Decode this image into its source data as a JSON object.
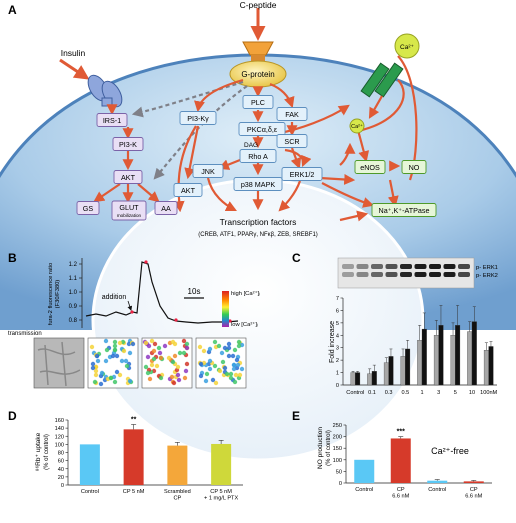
{
  "panels": {
    "a": "A",
    "b": "B",
    "c": "C",
    "d": "D",
    "e": "E"
  },
  "pathway": {
    "cpeptide": "C-peptide",
    "insulin": "Insulin",
    "gprotein": "G-protein",
    "ca_ext": "Ca²⁺",
    "ca_int": "Ca²⁺",
    "nodes": {
      "irs1": "IRS-1",
      "pi3k": "PI3-K",
      "akt": "AKT",
      "gs": "GS",
      "glut": "GLUT",
      "glut_sub": "mobilization",
      "aa": "AA",
      "pi3ky": "PI3-Kγ",
      "akt2": "AKT",
      "plc": "PLC",
      "dag": "DAG",
      "pkc": "PKCα,δ,ε",
      "rhoa": "Rho A",
      "jnk": "JNK",
      "p38": "p38 MAPK",
      "erk": "ERK1/2",
      "fak": "FAK",
      "scr": "SCR",
      "enos": "eNOS",
      "no": "NO",
      "nak": "Na⁺,K⁺-ATPase"
    },
    "tf_title": "Transcription factors",
    "tf_list": "(CREB, ATF1, PPARγ, NFκβ, ZEB, SREBF1)"
  },
  "panel_b": {
    "ylabel_1": "fura-2 fluorescence ratio",
    "ylabel_2": "(F30/F380)",
    "yticks": [
      "1.2",
      "1.1",
      "1.0",
      "0.9",
      "0.8"
    ],
    "annotation": "addition",
    "scale": "10s",
    "legend_high": "high [Ca²⁺]ᵢ",
    "legend_low": "low [Ca²⁺]ᵢ",
    "transmission": "transmission"
  },
  "panel_c": {
    "blot_labels": [
      "p- ERK1",
      "p- ERK2"
    ],
    "chart_data": {
      "type": "bar",
      "ylabel": "Fold increase",
      "ylim": [
        0,
        7
      ],
      "yticks": [
        "0",
        "1",
        "2",
        "3",
        "4",
        "5",
        "6",
        "7"
      ],
      "categories": [
        "Control",
        "0.1",
        "0.3",
        "0.5",
        "1",
        "3",
        "5",
        "10",
        "100nM"
      ],
      "series": [
        {
          "color": "#a7a7a7",
          "values": [
            1.0,
            0.9,
            1.8,
            2.3,
            3.6,
            4.0,
            4.0,
            4.3,
            2.8
          ],
          "errors": [
            0.1,
            0.4,
            0.4,
            0.6,
            1.2,
            1.2,
            1.0,
            0.8,
            0.6
          ]
        },
        {
          "color": "#111111",
          "values": [
            1.0,
            1.1,
            2.3,
            2.9,
            4.5,
            4.8,
            4.8,
            5.1,
            3.1
          ],
          "errors": [
            0.1,
            0.5,
            0.6,
            0.7,
            1.3,
            1.6,
            1.6,
            1.2,
            0.4
          ]
        }
      ]
    }
  },
  "panel_d": {
    "ylabel_1": "⁸⁶Rb⁺ uptake",
    "ylabel_2": "(% of control)",
    "chart_data": {
      "type": "bar",
      "ylim": [
        0,
        160
      ],
      "yticks": [
        "0",
        "20",
        "40",
        "60",
        "80",
        "100",
        "120",
        "140",
        "160"
      ],
      "categories": [
        "Control",
        "CP 5 nM",
        "Scrambled CP",
        "CP 5 nM + 1 mg/L PTX"
      ],
      "category_lines": [
        [
          "Control"
        ],
        [
          "CP 5 nM"
        ],
        [
          "Scrambled",
          "CP"
        ],
        [
          "CP 5 nM",
          "+ 1 mg/L PTX"
        ]
      ],
      "values": [
        100,
        137,
        97,
        101
      ],
      "errors": [
        0,
        12,
        8,
        9
      ],
      "colors": [
        "#5ac8f5",
        "#d63a2a",
        "#f4a73a",
        "#cfd83a"
      ],
      "significance": [
        "",
        "**",
        "",
        ""
      ]
    }
  },
  "panel_e": {
    "ylabel_1": "NO production",
    "ylabel_2": "(% of control)",
    "ca_free": "Ca²⁺-free",
    "chart_data": {
      "type": "bar",
      "ylim": [
        0,
        250
      ],
      "yticks": [
        "0",
        "50",
        "100",
        "150",
        "200",
        "250"
      ],
      "categories": [
        "Control",
        "CP 6.6 nM",
        "Control",
        "CP 6.6 nM"
      ],
      "category_lines": [
        [
          "Control"
        ],
        [
          "CP",
          "6.6 nM"
        ],
        [
          "Control"
        ],
        [
          "CP",
          "6.6 nM"
        ]
      ],
      "values": [
        100,
        192,
        10,
        7
      ],
      "errors": [
        0,
        8,
        5,
        4
      ],
      "colors": [
        "#5ac8f5",
        "#d63a2a",
        "#5ac8f5",
        "#d63a2a"
      ],
      "significance": [
        "",
        "***",
        "",
        ""
      ]
    }
  }
}
